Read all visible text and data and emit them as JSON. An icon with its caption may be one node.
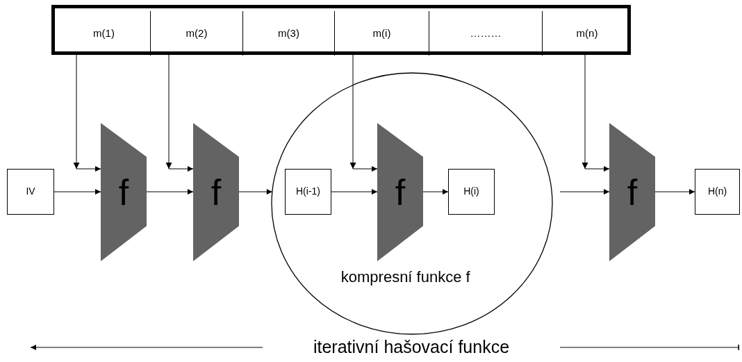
{
  "diagram": {
    "nodes": [
      {
        "text": [],
        "shape": "box"
      },
      {
        "text": [
          "m(1)"
        ],
        "in": 0
      },
      {
        "text": [
          "m(2)"
        ],
        "in": 0
      },
      {
        "text": [
          "m(3)"
        ],
        "in": 0
      },
      {
        "text": [
          "m(i)"
        ],
        "in": 0
      },
      {
        "text": [
          "………"
        ],
        "in": 0
      },
      {
        "text": [
          "m(n)"
        ],
        "in": 0
      },
      {
        "text": [
          "IV"
        ]
      },
      {
        "text": [
          "f"
        ]
      },
      {
        "text": [
          "f"
        ]
      },
      {
        "text": [
          "kompresní funkce f"
        ]
      },
      {
        "text": [
          "H(i-1)"
        ],
        "in": 10
      },
      {
        "text": [
          "f"
        ],
        "in": 10
      },
      {
        "text": [
          "H(i)"
        ],
        "in": 10
      },
      {
        "text": [
          "f"
        ]
      },
      {
        "text": [
          "H(n)"
        ]
      }
    ],
    "edges": [
      {
        "from": 1,
        "to": 8,
        "arrow": "to"
      },
      {
        "from": 7,
        "to": 8,
        "arrow": "to"
      },
      {
        "from": 2,
        "to": 9,
        "arrow": "to"
      },
      {
        "from": 8,
        "to": 9,
        "arrow": "to"
      },
      {
        "from": 9,
        "to": 10,
        "arrow": "to"
      },
      {
        "from": 4,
        "to": 12,
        "arrow": "to"
      },
      {
        "from": 11,
        "to": 12,
        "arrow": "to"
      },
      {
        "from": 12,
        "to": 13,
        "arrow": "to"
      },
      {
        "from": 6,
        "to": 14,
        "arrow": "to"
      },
      {
        "from": 10,
        "to": 14,
        "arrow": "to"
      },
      {
        "from": 14,
        "to": 15,
        "arrow": "to"
      }
    ],
    "labels": [
      "iterativní hašovací funkce"
    ]
  }
}
